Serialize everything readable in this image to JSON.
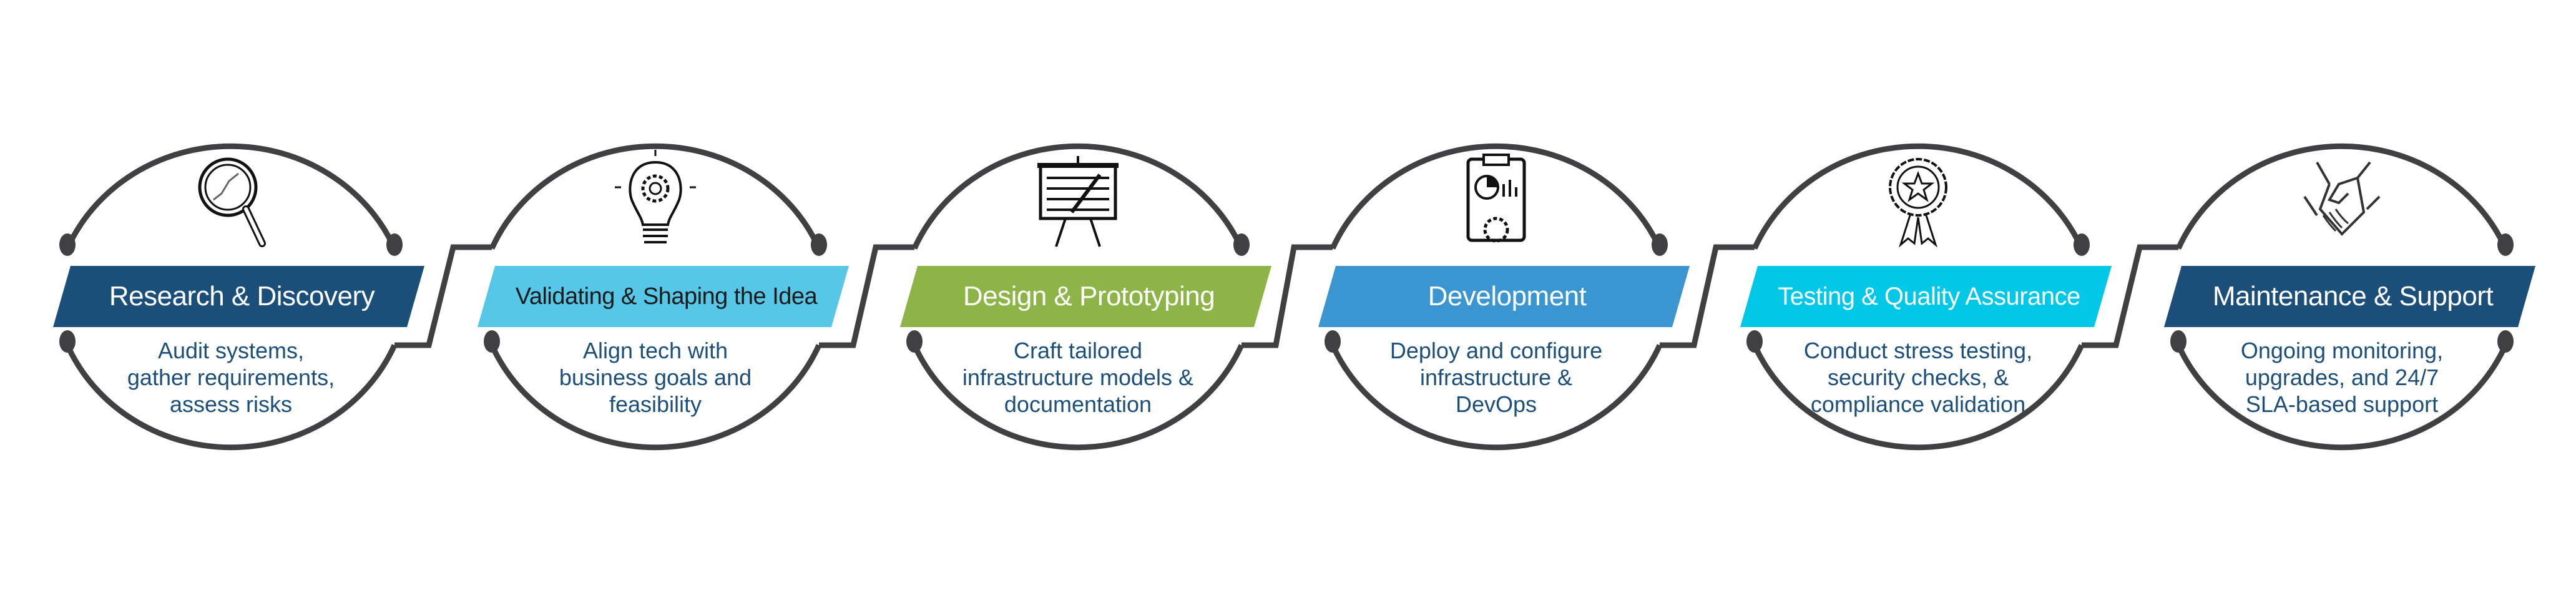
{
  "colors": {
    "line": "#404042",
    "desc_text": "#1b4f7a"
  },
  "stages": [
    {
      "title": "Research & Discovery",
      "color": "#1b4f7a",
      "text_color": "#ffffff",
      "icon": "magnifier-chart-icon",
      "description": [
        "Audit systems,",
        "gather requirements,",
        "assess risks"
      ]
    },
    {
      "title": "Validating & Shaping the Idea",
      "color": "#57c7e8",
      "text_color": "#1a1a1a",
      "icon": "lightbulb-gear-icon",
      "description": [
        "Align tech with",
        "business goals and",
        "feasibility"
      ]
    },
    {
      "title": "Design & Prototyping",
      "color": "#8db447",
      "text_color": "#ffffff",
      "icon": "presentation-board-icon",
      "description": [
        "Craft tailored",
        "infrastructure models &",
        "documentation"
      ]
    },
    {
      "title": "Development",
      "color": "#3a95d0",
      "text_color": "#ffffff",
      "icon": "clipboard-report-icon",
      "description": [
        "Deploy and configure",
        "infrastructure &",
        "DevOps"
      ]
    },
    {
      "title": "Testing & Quality Assurance",
      "color": "#00c8e6",
      "text_color": "#ffffff",
      "icon": "award-ribbon-icon",
      "description": [
        "Conduct stress testing,",
        "security checks, &",
        "compliance validation"
      ]
    },
    {
      "title": "Maintenance & Support",
      "color": "#1b4f7a",
      "text_color": "#ffffff",
      "icon": "handshake-icon",
      "description": [
        "Ongoing monitoring,",
        "upgrades, and 24/7",
        "SLA-based support"
      ]
    }
  ]
}
